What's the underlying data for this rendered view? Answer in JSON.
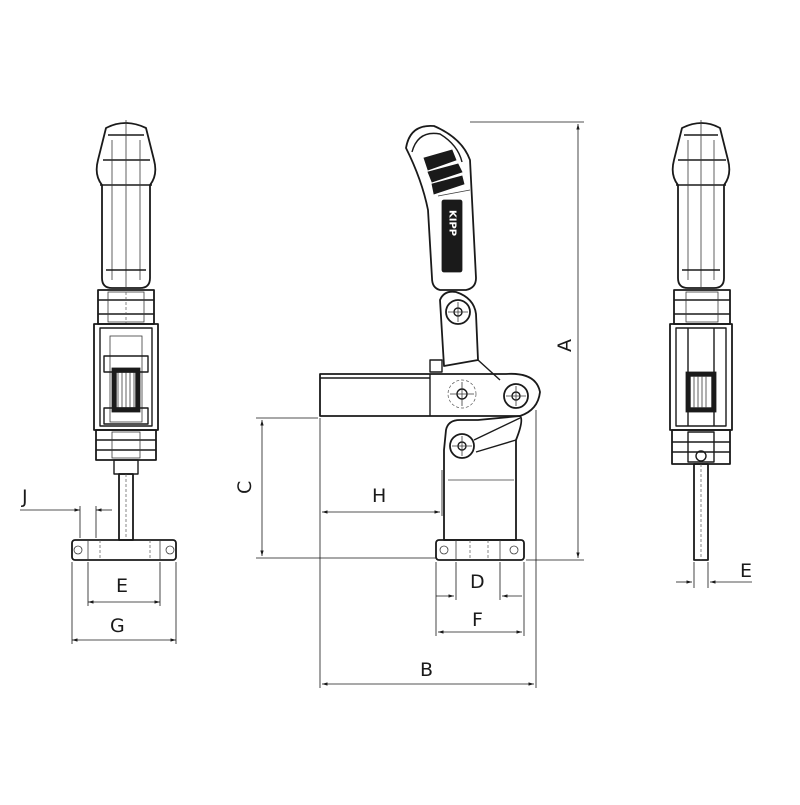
{
  "dimension_labels": {
    "A": "A",
    "B": "B",
    "C": "C",
    "D": "D",
    "E_front": "E",
    "E_side": "E",
    "F": "F",
    "G": "G",
    "H": "H",
    "J": "J"
  },
  "handle_logo": "KIPP"
}
